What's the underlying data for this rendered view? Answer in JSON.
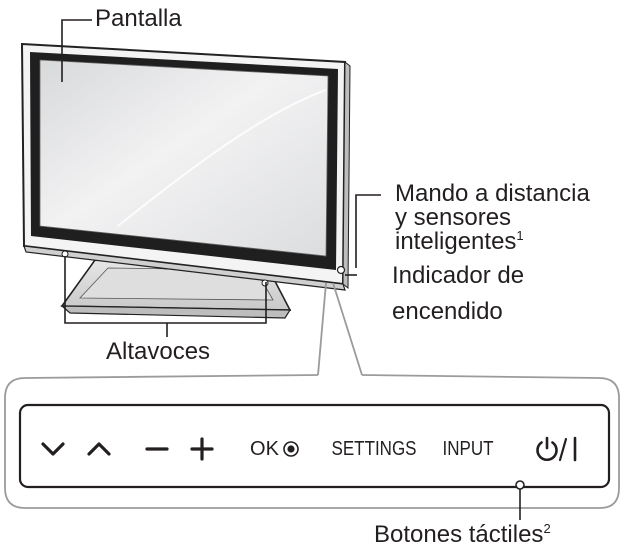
{
  "labels": {
    "screen": "Pantalla",
    "remote_sensor_line1": "Mando a distancia",
    "remote_sensor_line2": "y sensores",
    "remote_sensor_line3": "inteligentes",
    "remote_sensor_note": "1",
    "power_indicator_line1": "Indicador de",
    "power_indicator_line2": "encendido",
    "speakers": "Altavoces",
    "touch_buttons": "Botones táctiles",
    "touch_buttons_note": "2"
  },
  "buttons": {
    "ok": "OK",
    "settings": "SETTINGS",
    "input": "INPUT"
  },
  "icons": {
    "down": "chevron-down-icon",
    "up": "chevron-up-icon",
    "minus": "minus-icon",
    "plus": "plus-icon",
    "ok_dot": "radio-dot-icon",
    "power": "power-icon"
  },
  "colors": {
    "line": "#231f20",
    "callout": "#9b9b9b",
    "screen_fill": "#e9eaeb",
    "bezel": "#222222"
  }
}
